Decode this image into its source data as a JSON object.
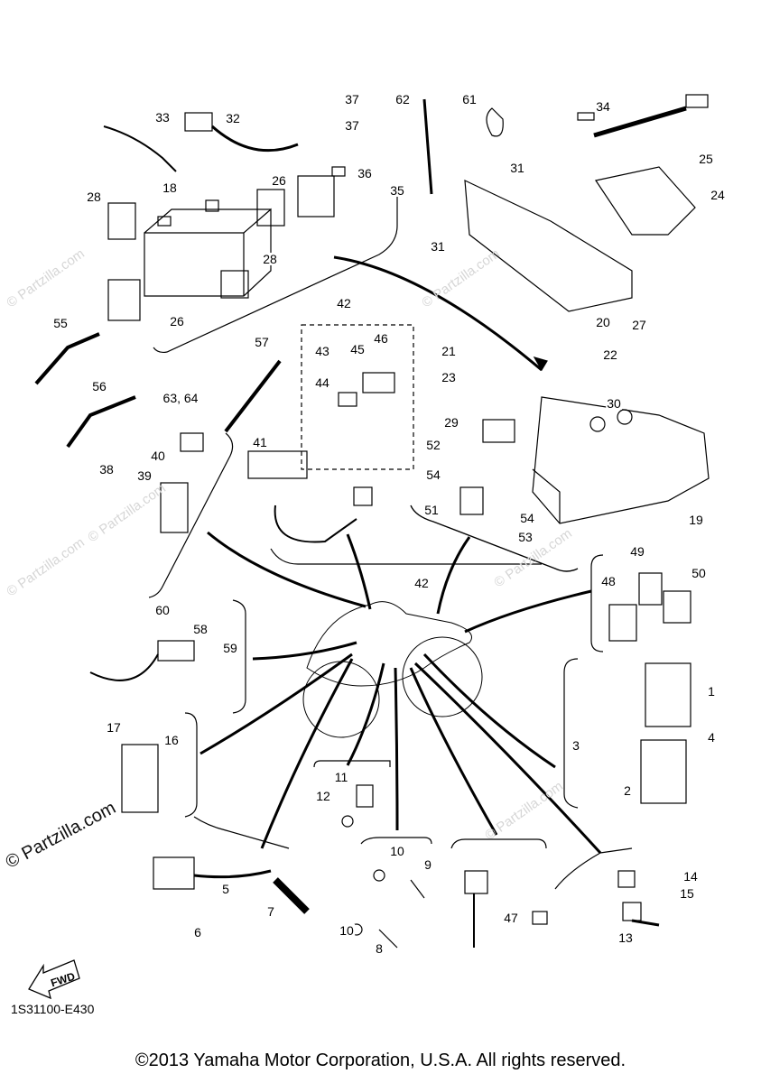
{
  "diagram": {
    "part_code": "1S31100-E430",
    "forward_arrow_label": "FWD",
    "watermark": "© Partzilla.com",
    "copyright": "©2013 Yamaha Motor Corporation, U.S.A. All rights reserved.",
    "callouts": [
      "33",
      "32",
      "37",
      "37",
      "36",
      "35",
      "18",
      "26",
      "28",
      "28",
      "26",
      "62",
      "61",
      "34",
      "31",
      "25",
      "24",
      "31",
      "27",
      "20",
      "22",
      "21",
      "23",
      "42",
      "43",
      "45",
      "46",
      "44",
      "57",
      "55",
      "56",
      "63, 64",
      "40",
      "38",
      "39",
      "41",
      "29",
      "30",
      "52",
      "54",
      "51",
      "19",
      "54",
      "53",
      "49",
      "50",
      "48",
      "42",
      "60",
      "58",
      "59",
      "1",
      "4",
      "3",
      "2",
      "17",
      "16",
      "11",
      "12",
      "10",
      "9",
      "10",
      "8",
      "47",
      "5",
      "6",
      "7",
      "14",
      "15",
      "13"
    ]
  }
}
